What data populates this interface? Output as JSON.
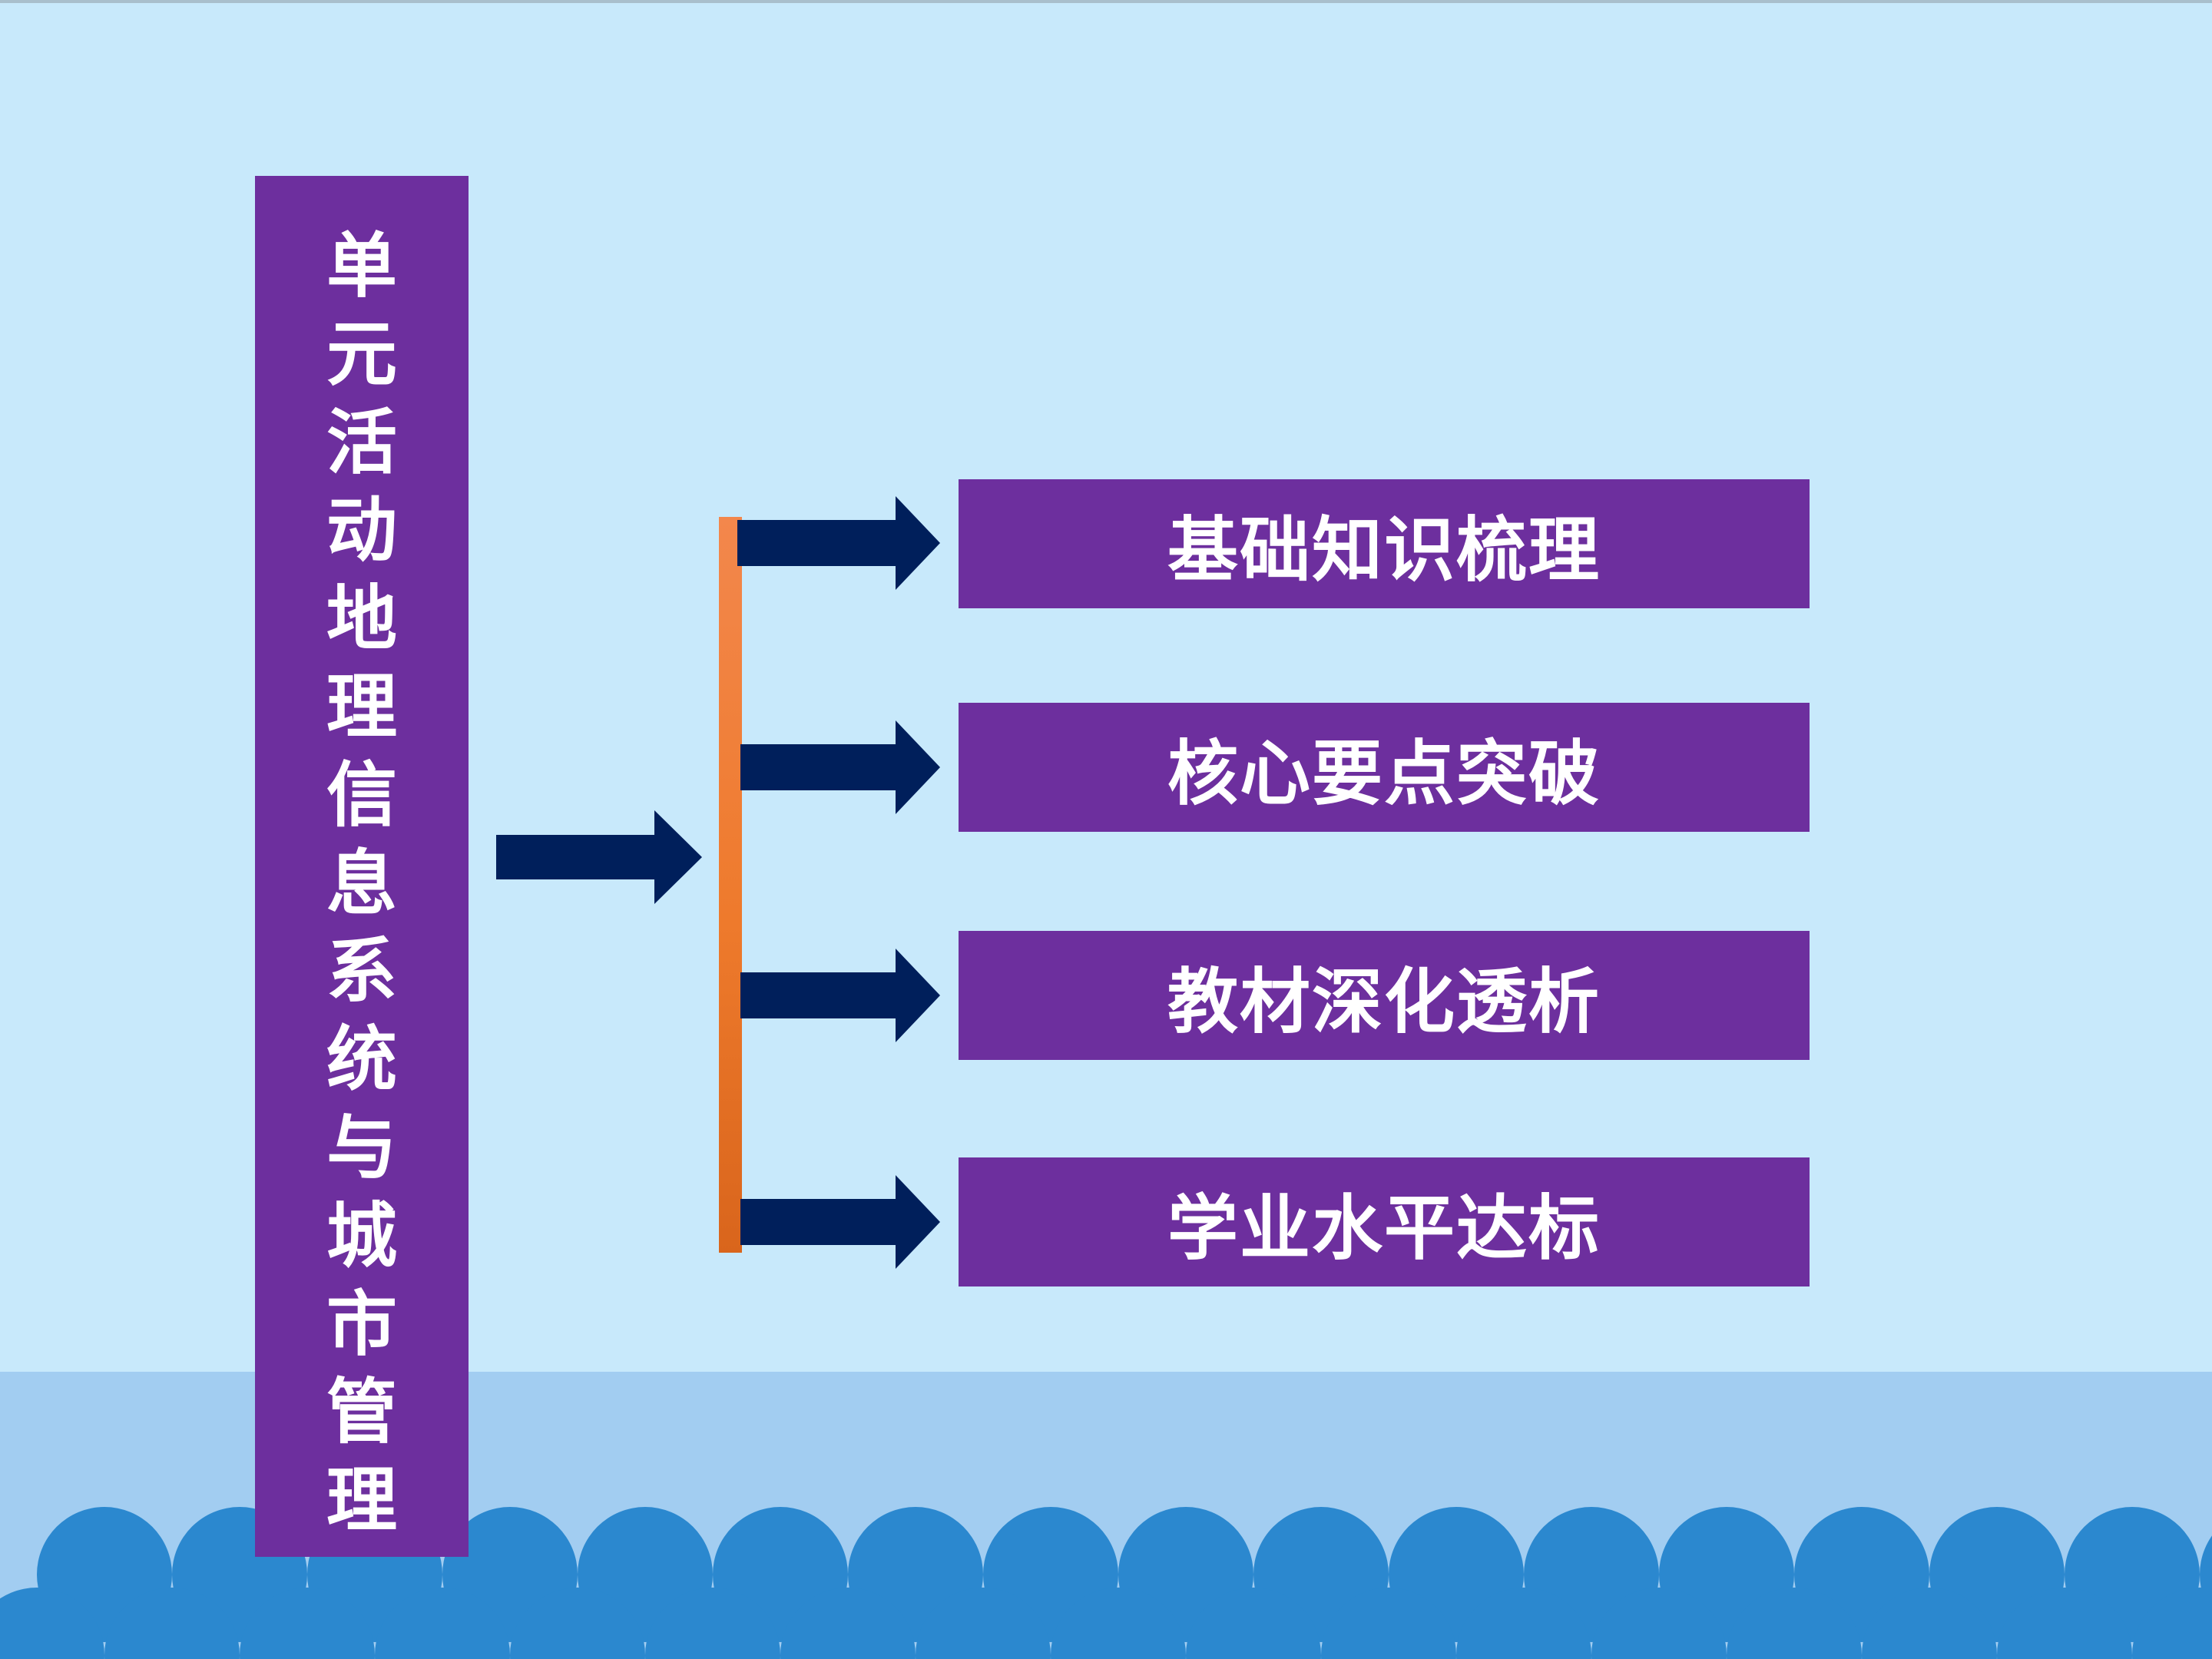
{
  "diagram": {
    "title_vertical": "单\n元\n活\n动\n地\n理\n信\n息\n系\n统\n与\n城\n市\n管\n理",
    "items": [
      {
        "label": "基础知识梳理"
      },
      {
        "label": "核心要点突破"
      },
      {
        "label": "教材深化透析"
      },
      {
        "label": "学业水平达标"
      }
    ]
  },
  "colors": {
    "background": "#c8e9fb",
    "box_fill": "#6d2f9e",
    "arrow": "#001f5b",
    "bracket": "#ee7a2c",
    "scallop": "#2b88cf",
    "band": "#a2cdf1"
  }
}
